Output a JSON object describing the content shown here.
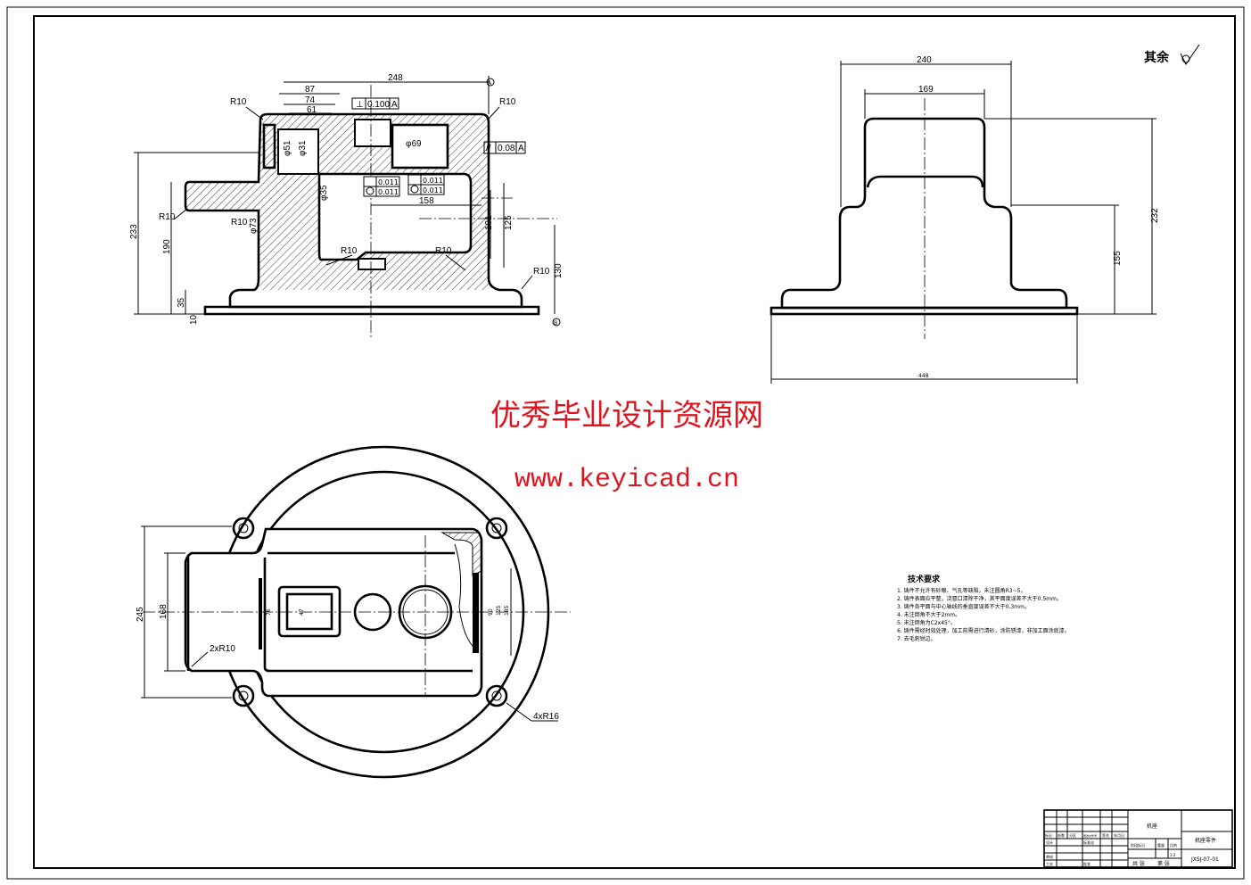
{
  "drawing": {
    "surface_note": "其余",
    "front_view": {
      "dims": [
        "248",
        "87",
        "74",
        "61",
        "233",
        "190",
        "35",
        "10",
        "130",
        "125",
        "101",
        "158",
        "R10",
        "R10",
        "R10",
        "R10",
        "R10",
        "R10",
        "R10",
        "φ51",
        "φ31",
        "φ73",
        "φ35",
        "φ69"
      ],
      "tolerances": [
        "0.100",
        "A",
        "0.08",
        "A",
        "0.011",
        "0.011",
        "0.011",
        "0.011"
      ],
      "datums": [
        "A",
        "B"
      ]
    },
    "side_view": {
      "dims": [
        "240",
        "169",
        "232",
        "155",
        "448"
      ]
    },
    "top_view": {
      "dims": [
        "245",
        "168",
        "2xR10",
        "4xR16",
        "76",
        "47",
        "185",
        "125",
        "90"
      ]
    },
    "tech_requirements": {
      "title": "技术要求",
      "items": [
        "1. 铸件不允许有砂眼、气孔等缺陷，未注圆角R3~5。",
        "2. 铸件表面应平整，浇冒口清除干净，其平面度误差不大于0.5mm。",
        "3. 铸件各平面与中心轴线的垂直度误差不大于0.3mm。",
        "4. 未注倒角不大于2mm。",
        "5. 未注倒角为C2x45°。",
        "6. 铸件需经时效处理，加工前需进行清砂，涂防锈漆，非加工面涂底漆。",
        "7. 去毛刺锐边。"
      ]
    },
    "title_block": {
      "part_name": "机座",
      "drawing_title": "机座零件",
      "drawing_no": "JXSJ-07-01",
      "headers": [
        "标记",
        "处数",
        "分区",
        "更改文件号",
        "签名",
        "年月日"
      ],
      "rows": [
        "设计",
        "标准化",
        "审核",
        "工艺",
        "批准"
      ],
      "stage": "阶段标记",
      "weight": "重量",
      "scale": "比例",
      "scale_value": "1:2",
      "sheets": "共 张",
      "sheet": "第 张"
    }
  },
  "watermark": {
    "title": "优秀毕业设计资源网",
    "url": "www.keyicad.cn",
    "color": "#e0141e"
  }
}
